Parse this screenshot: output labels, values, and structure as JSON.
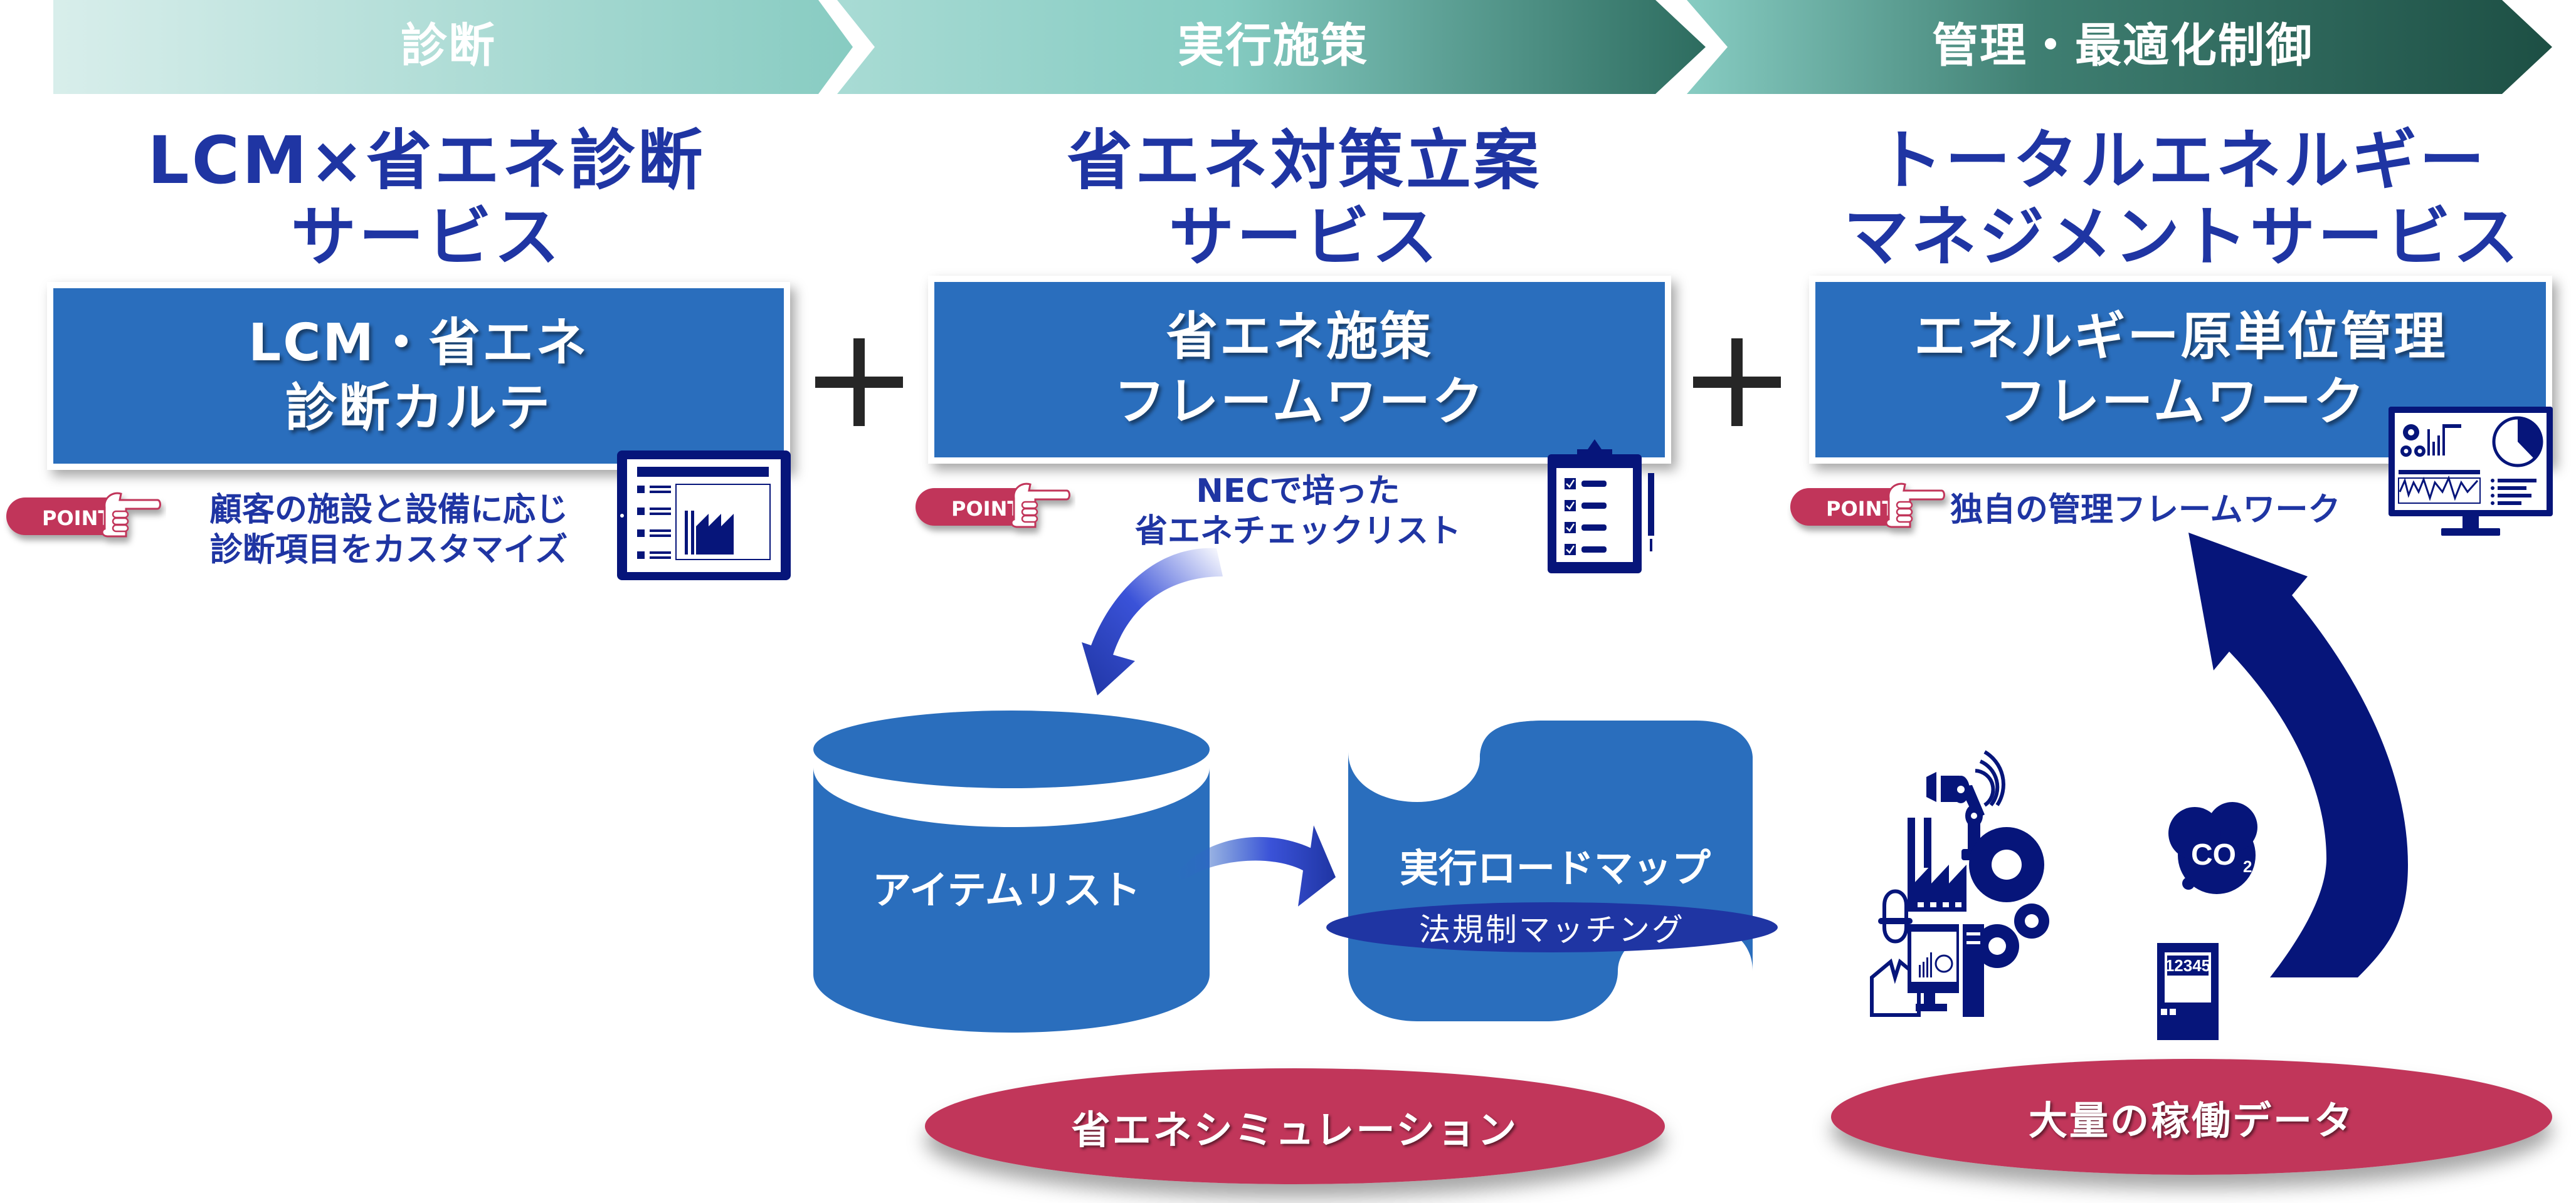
{
  "banner": {
    "stages": [
      {
        "label": "診断"
      },
      {
        "label": "実行施策"
      },
      {
        "label": "管理・最適化制御"
      }
    ],
    "colors": {
      "start": "#d6ecea",
      "mid": "#86cbc1",
      "end": "#1f5548"
    }
  },
  "columns": [
    {
      "title_line1": "LCM×省エネ診断",
      "title_line2": "サービス",
      "box_text": "LCM・省エネ\n診断カルテ",
      "point_badge": "POINT",
      "point_text": "顧客の施設と設備に応じ\n診断項目をカスタマイズ",
      "icon": "tablet-report-icon"
    },
    {
      "title_line1": "省エネ対策立案",
      "title_line2": "サービス",
      "box_text": "省エネ施策\nフレームワーク",
      "point_badge": "POINT",
      "point_text": "NECで培った\n省エネチェックリスト",
      "icon": "clipboard-checklist-icon"
    },
    {
      "title_line1": "トータルエネルギー",
      "title_line2": "マネジメントサービス",
      "box_text": "エネルギー原単位管理\nフレームワーク",
      "point_badge": "POINT",
      "point_text": "独自の管理フレームワーク",
      "icon": "monitor-dashboard-icon"
    }
  ],
  "plus_symbols": [
    "+",
    "+"
  ],
  "simulation": {
    "item_list_label": "アイテムリスト",
    "roadmap_label": "実行ロードマップ",
    "regulation_label": "法規制マッチング",
    "pill_label": "省エネシミュレーション"
  },
  "operations": {
    "meter_value": "12345",
    "co2_label": "CO",
    "co2_sub": "2",
    "pill_label": "大量の稼働データ"
  },
  "colors": {
    "title_blue": "#1f35a3",
    "box_blue": "#2a6ebd",
    "icon_navy": "#06157a",
    "point_pink": "#c1365a"
  }
}
